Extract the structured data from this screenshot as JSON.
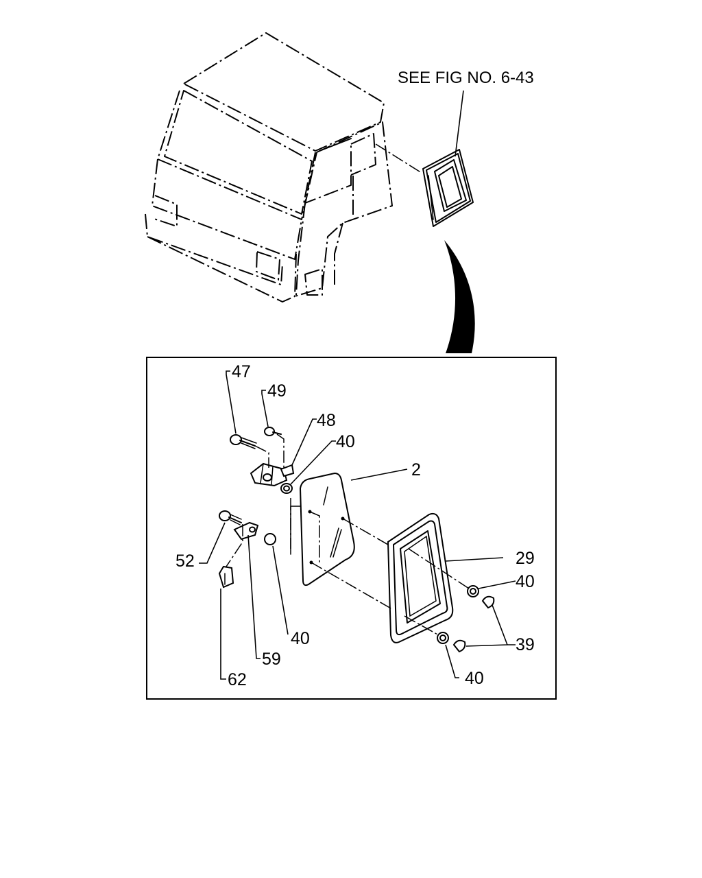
{
  "reference": {
    "text": "SEE FIG NO. 6-43"
  },
  "callouts": [
    {
      "id": "c47",
      "label": "47"
    },
    {
      "id": "c49",
      "label": "49"
    },
    {
      "id": "c48",
      "label": "48"
    },
    {
      "id": "c40a",
      "label": "40"
    },
    {
      "id": "c2",
      "label": "2"
    },
    {
      "id": "c29",
      "label": "29"
    },
    {
      "id": "c40b",
      "label": "40"
    },
    {
      "id": "c39",
      "label": "39"
    },
    {
      "id": "c52",
      "label": "52"
    },
    {
      "id": "c40c",
      "label": "40"
    },
    {
      "id": "c59",
      "label": "59"
    },
    {
      "id": "c62",
      "label": "62"
    },
    {
      "id": "c40d",
      "label": "40"
    }
  ]
}
